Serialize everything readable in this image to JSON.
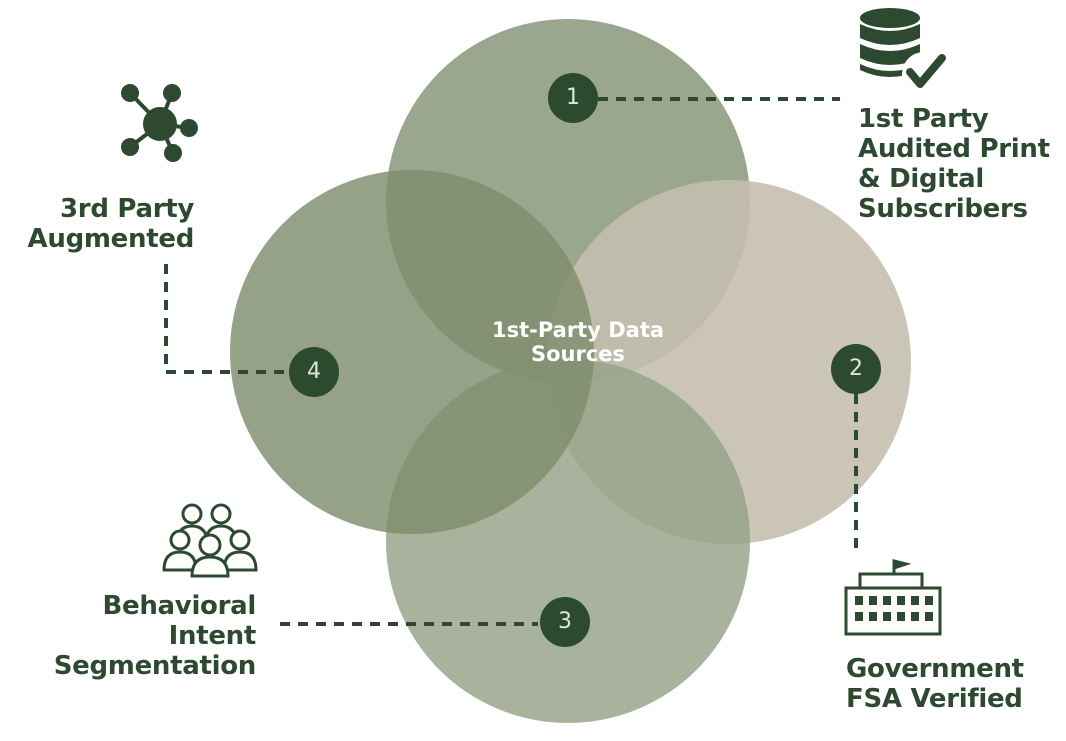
{
  "center": {
    "line1": "1st-Party Data",
    "line2": "Sources"
  },
  "sources": [
    {
      "number": "1",
      "lines": [
        "1st Party",
        "Audited Print",
        "& Digital",
        "Subscribers"
      ],
      "icon": "database-check-icon",
      "color": "#8d9a7e"
    },
    {
      "number": "2",
      "lines": [
        "Government",
        "FSA Verified"
      ],
      "icon": "government-building-icon",
      "color": "#c4bfaf"
    },
    {
      "number": "3",
      "lines": [
        "Behavioral",
        "Intent",
        "Segmentation"
      ],
      "icon": "people-group-icon",
      "color": "#95a187"
    },
    {
      "number": "4",
      "lines": [
        "3rd Party",
        "Augmented"
      ],
      "icon": "network-hub-icon",
      "color": "#7f8d6c"
    }
  ],
  "colors": {
    "dark": "#2d4a30",
    "badge": "#2b4a2e"
  }
}
